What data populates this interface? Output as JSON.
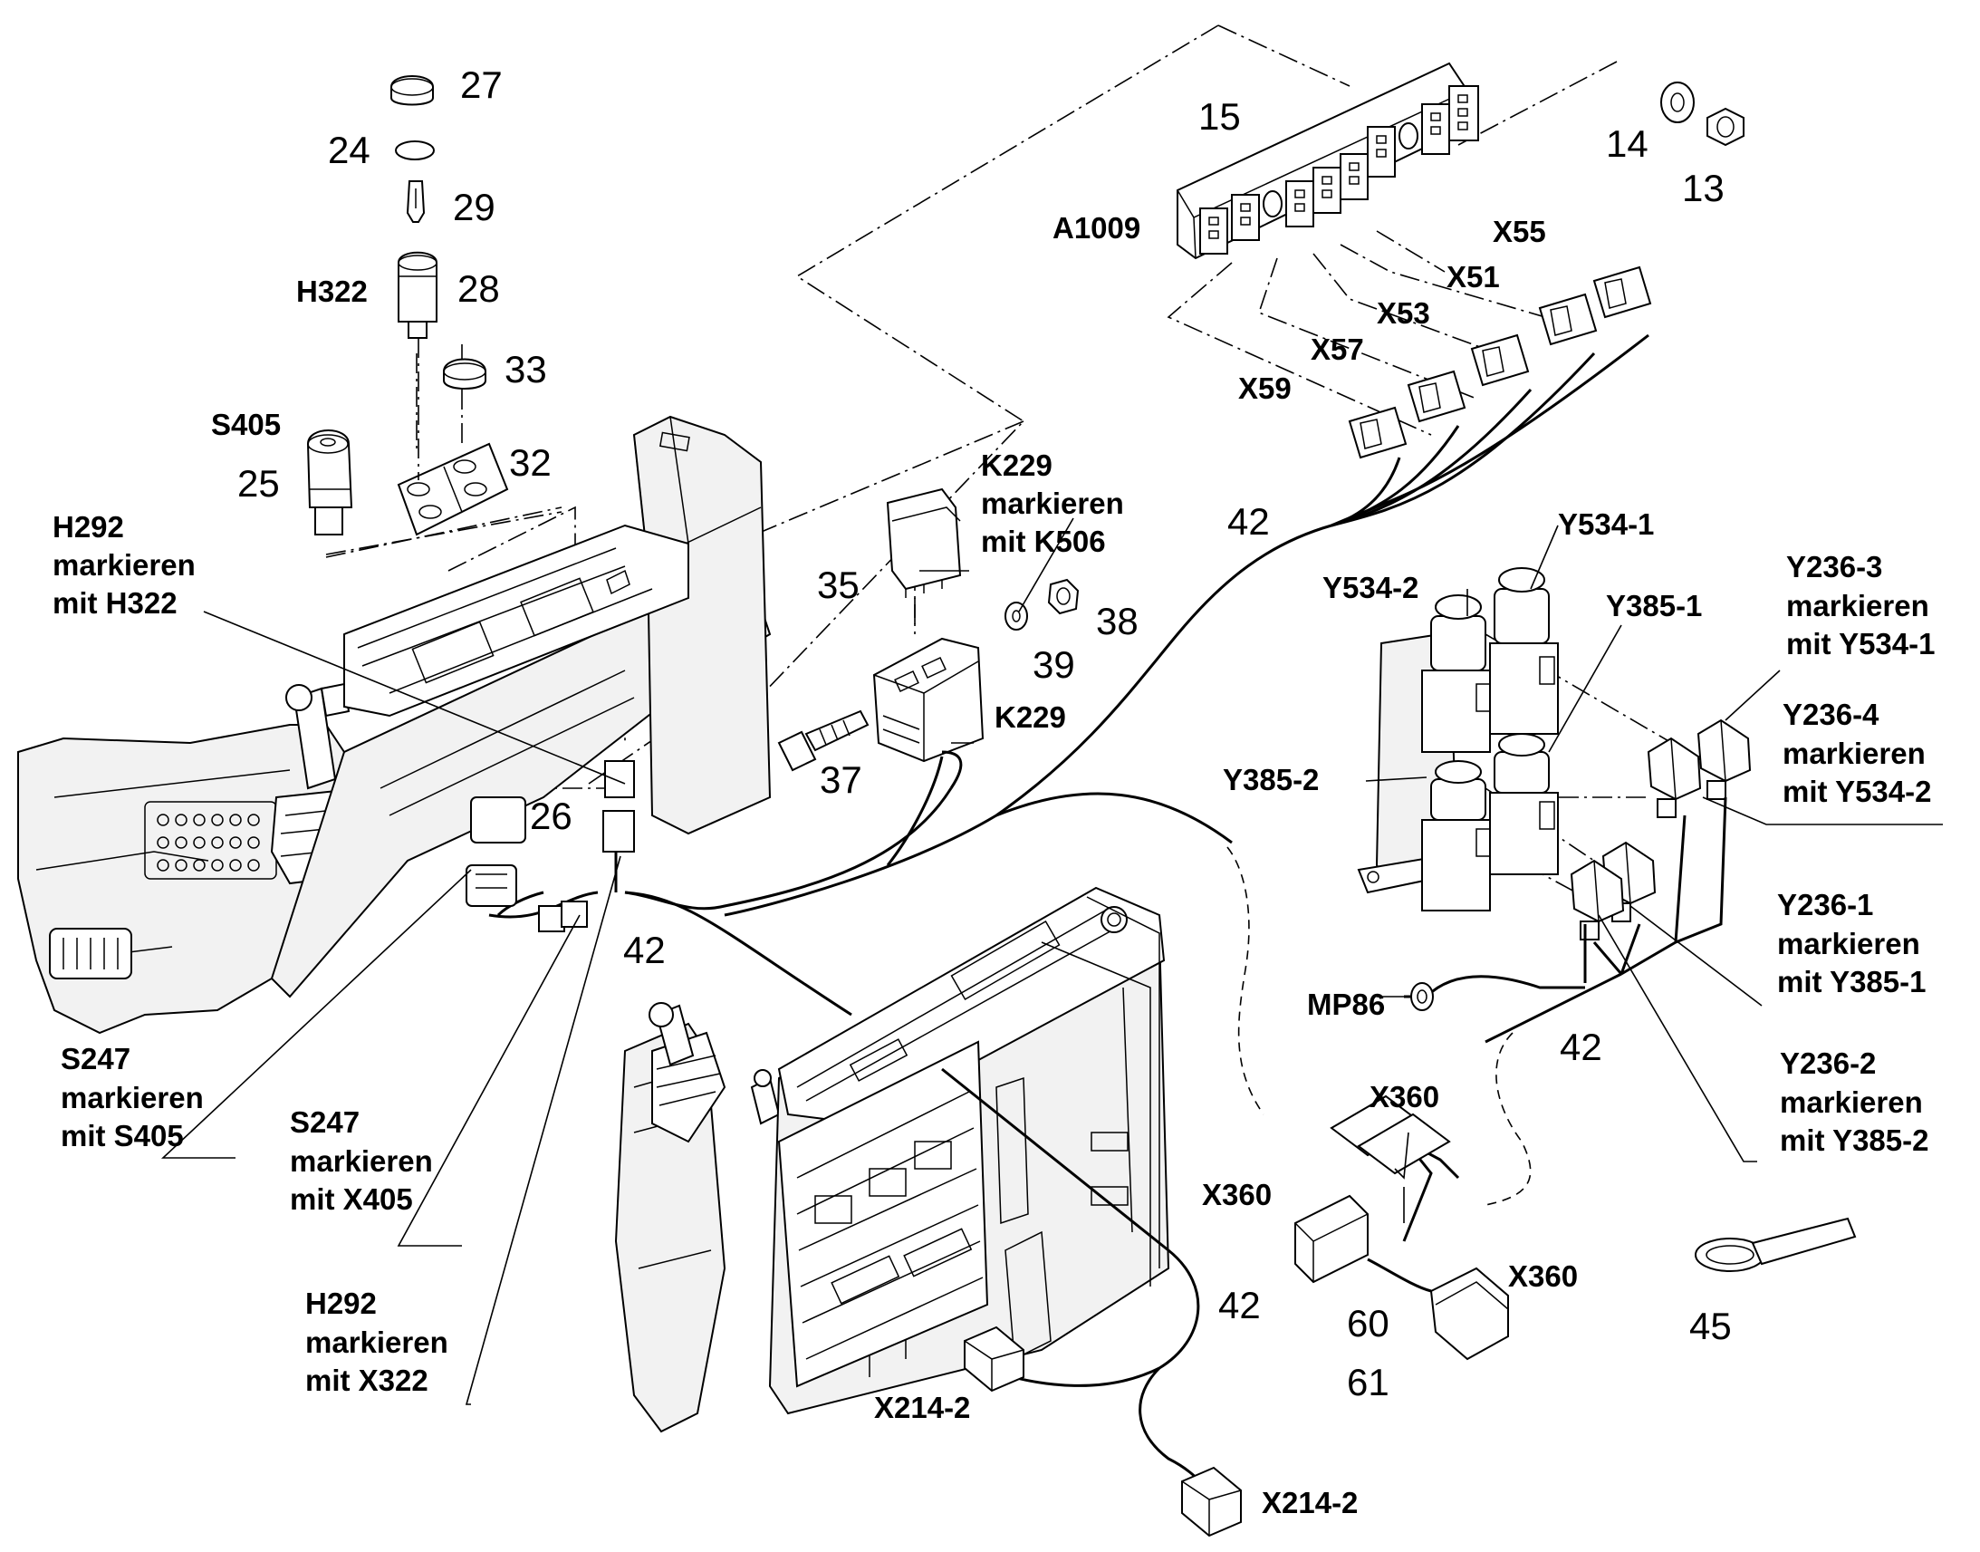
{
  "part_numbers": {
    "p27": "27",
    "p24": "24",
    "p29": "29",
    "p28": "28",
    "p33": "33",
    "p32": "32",
    "p25": "25",
    "p26": "26",
    "p35": "35",
    "p38": "38",
    "p39": "39",
    "p37": "37",
    "p15": "15",
    "p14": "14",
    "p13": "13",
    "p42a": "42",
    "p42b": "42",
    "p42c": "42",
    "p42d": "42",
    "p60": "60",
    "p61": "61",
    "p45": "45"
  },
  "references": {
    "h322": "H322",
    "s405": "S405",
    "h292_h322": [
      "H292",
      "markieren",
      "mit H322"
    ],
    "k229_k506": [
      "K229",
      "markieren",
      "mit K506"
    ],
    "k229": "K229",
    "a1009": "A1009",
    "x55": "X55",
    "x51": "X51",
    "x53": "X53",
    "x57": "X57",
    "x59": "X59",
    "y534_1": "Y534-1",
    "y534_2": "Y534-2",
    "y385_1": "Y385-1",
    "y385_2": "Y385-2",
    "y236_3": [
      "Y236-3",
      "markieren",
      "mit Y534-1"
    ],
    "y236_4": [
      "Y236-4",
      "markieren",
      "mit Y534-2"
    ],
    "y236_1": [
      "Y236-1",
      "markieren",
      "mit Y385-1"
    ],
    "y236_2": [
      "Y236-2",
      "markieren",
      "mit Y385-2"
    ],
    "s247_s405": [
      "S247",
      "markieren",
      "mit S405"
    ],
    "s247_x405": [
      "S247",
      "markieren",
      "mit X405"
    ],
    "h292_x322": [
      "H292",
      "markieren",
      "mit X322"
    ],
    "mp86": "MP86",
    "x360a": "X360",
    "x360b": "X360",
    "x360c": "X360",
    "x214_2a": "X214-2",
    "x214_2b": "X214-2"
  }
}
